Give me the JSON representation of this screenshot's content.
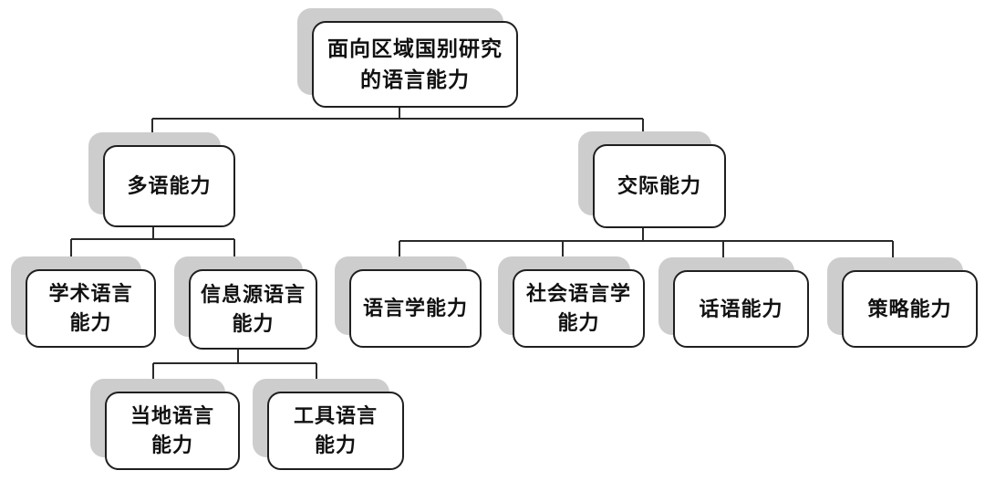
{
  "figure": {
    "type": "hierarchy-tree-diagram",
    "background": "#ffffff"
  },
  "colors": {
    "box_fill": "#ffffff",
    "box_border": "#1f1f1f",
    "box_shadow": "#cdcdcd",
    "connector": "#2a2a2a",
    "text": "#111111"
  },
  "nodes": {
    "root": {
      "label": "面向区域国别研究的语言能力",
      "lines": [
        "面向区域国别研究",
        "的语言能力"
      ],
      "parent": null
    },
    "multilingual": {
      "label": "多语能力",
      "lines": [
        "多语能力"
      ],
      "parent": "root"
    },
    "communicative": {
      "label": "交际能力",
      "lines": [
        "交际能力"
      ],
      "parent": "root"
    },
    "academic": {
      "label": "学术语言能力",
      "lines": [
        "学术语言",
        "能力"
      ],
      "parent": "multilingual"
    },
    "info_source": {
      "label": "信息源语言能力",
      "lines": [
        "信息源语言",
        "能力"
      ],
      "parent": "multilingual"
    },
    "local": {
      "label": "当地语言能力",
      "lines": [
        "当地语言",
        "能力"
      ],
      "parent": "info_source"
    },
    "instrumental": {
      "label": "工具语言能力",
      "lines": [
        "工具语言",
        "能力"
      ],
      "parent": "info_source"
    },
    "linguistic": {
      "label": "语言学能力",
      "lines": [
        "语言学能力"
      ],
      "parent": "communicative"
    },
    "sociolinguistic": {
      "label": "社会语言学能力",
      "lines": [
        "社会语言学",
        "能力"
      ],
      "parent": "communicative"
    },
    "discourse": {
      "label": "话语能力",
      "lines": [
        "话语能力"
      ],
      "parent": "communicative"
    },
    "strategic": {
      "label": "策略能力",
      "lines": [
        "策略能力"
      ],
      "parent": "communicative"
    }
  }
}
